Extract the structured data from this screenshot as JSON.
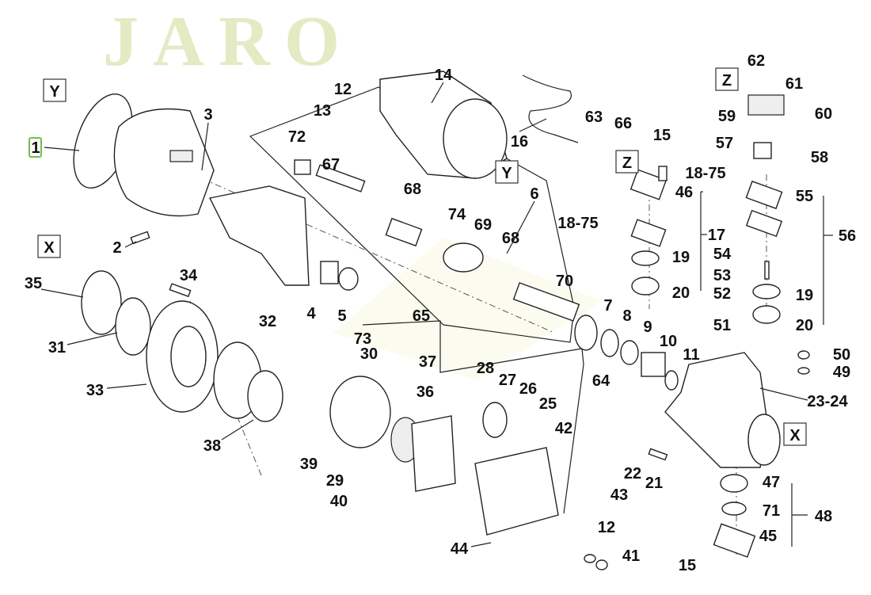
{
  "watermark": "JARO",
  "colors": {
    "selected_label_outline": "#6cc04a",
    "line": "#222222"
  },
  "section_markers": [
    "Y",
    "X",
    "Y",
    "Z",
    "Z",
    "X"
  ],
  "labels": [
    "1",
    "2",
    "3",
    "12",
    "13",
    "14",
    "72",
    "67",
    "68",
    "74",
    "69",
    "6",
    "68",
    "16",
    "63",
    "66",
    "15",
    "46",
    "18-75",
    "17",
    "19",
    "20",
    "62",
    "61",
    "60",
    "59",
    "57",
    "58",
    "18-75",
    "55",
    "56",
    "54",
    "53",
    "52",
    "19",
    "20",
    "51",
    "50",
    "49",
    "23-24",
    "35",
    "34",
    "31",
    "33",
    "32",
    "38",
    "4",
    "5",
    "73",
    "65",
    "30",
    "37",
    "28",
    "27",
    "26",
    "25",
    "36",
    "64",
    "42",
    "39",
    "29",
    "40",
    "44",
    "70",
    "7",
    "8",
    "9",
    "10",
    "11",
    "22",
    "21",
    "43",
    "47",
    "71",
    "48",
    "45",
    "12",
    "41",
    "15"
  ]
}
